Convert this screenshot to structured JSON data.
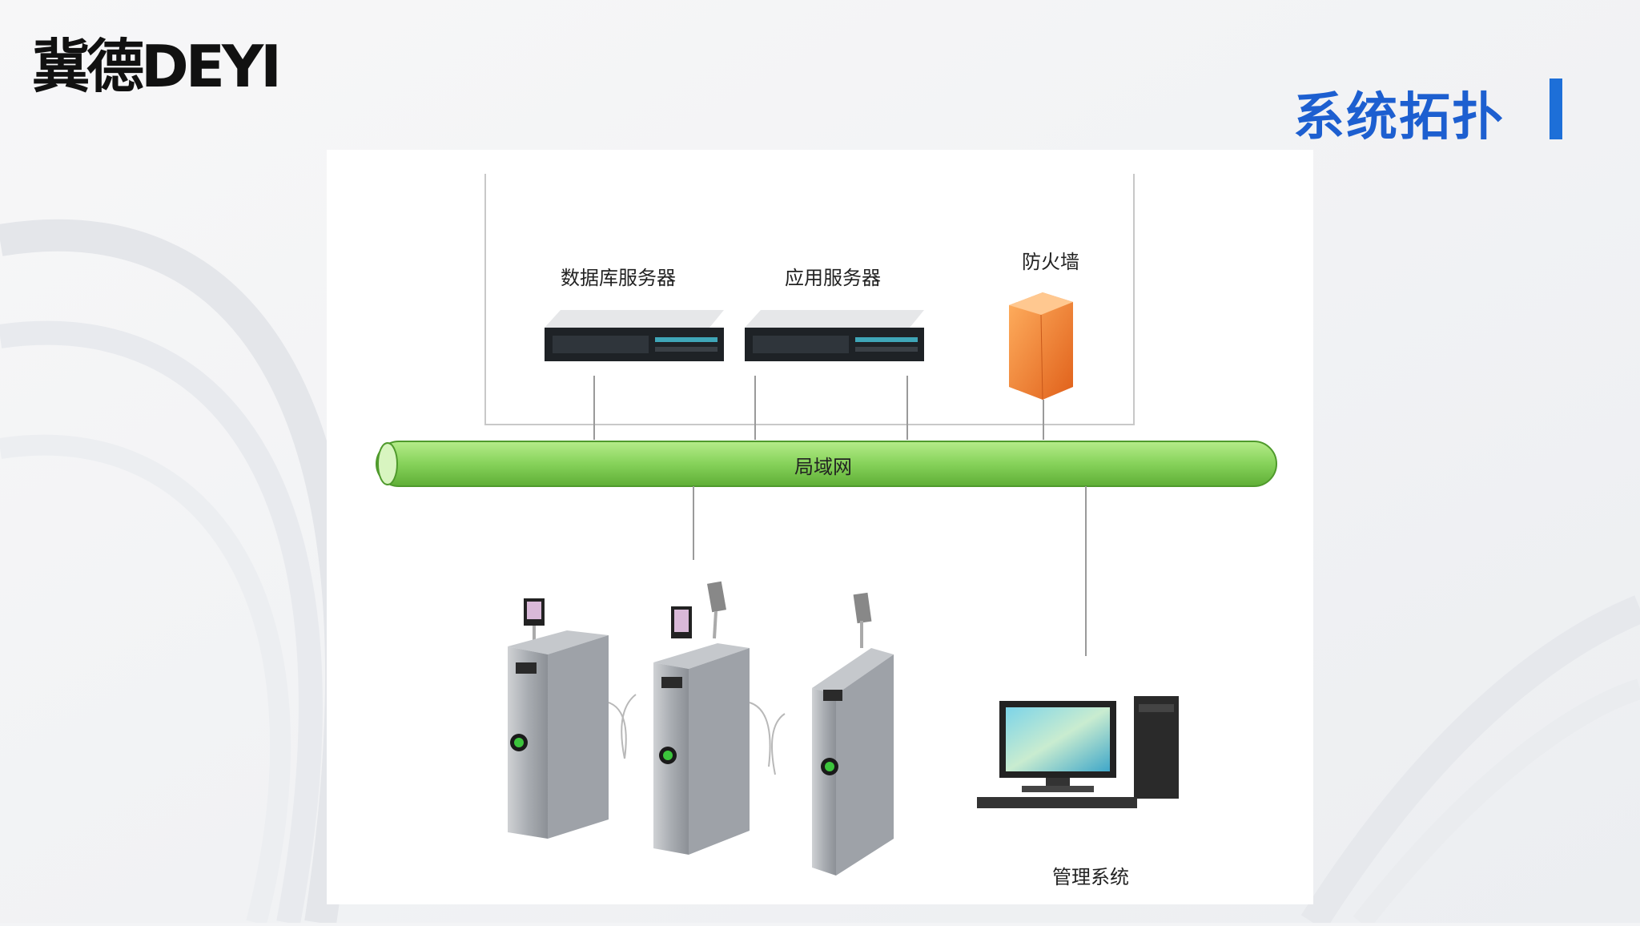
{
  "brand": {
    "logo_text": "冀德DEYI"
  },
  "slide": {
    "title": "系统拓扑"
  },
  "diagram": {
    "nodes": {
      "db_server": "数据库服务器",
      "app_server": "应用服务器",
      "firewall": "防火墙",
      "lan": "局域网",
      "mgmt_system": "管理系统"
    },
    "device_icons": [
      "server-icon",
      "server-icon",
      "firewall-icon",
      "turnstile-icon",
      "turnstile-icon",
      "turnstile-icon",
      "desktop-computer-icon"
    ]
  },
  "colors": {
    "title_blue": "#1d5fd0",
    "lan_green": "#86d25a",
    "firewall_orange": "#f07a22"
  }
}
